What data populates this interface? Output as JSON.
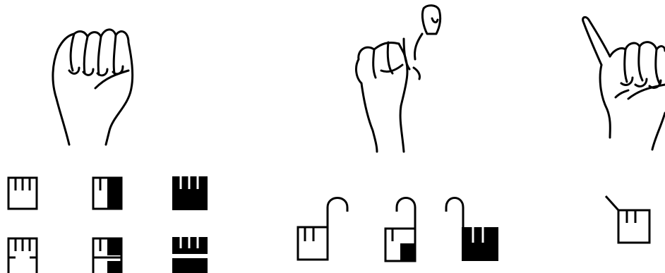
{
  "colors": {
    "ink": "#000000",
    "background": "#ffffff"
  },
  "figures": [
    {
      "hand": "closed-fist-hand",
      "symbols": [
        "open-top-box-symbol",
        "half-filled-box-symbol",
        "filled-box-symbol",
        "open-bottom-box-symbol",
        "half-filled-open-box-symbol",
        "banded-filled-box-symbol"
      ]
    },
    {
      "hand": "index-finger-up-hand",
      "symbols": [
        "hooked-box-symbol",
        "hooked-half-filled-box-symbol",
        "hooked-filled-box-symbol"
      ]
    },
    {
      "hand": "thumb-out-hand",
      "symbols": [
        "diagonal-stem-box-symbol"
      ]
    }
  ]
}
